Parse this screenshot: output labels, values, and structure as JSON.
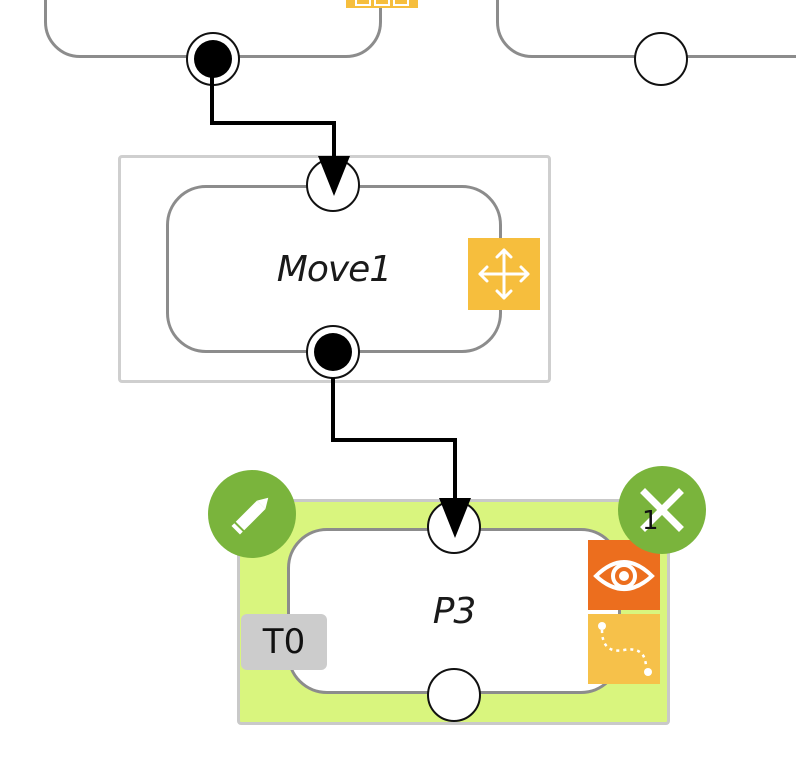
{
  "nodes": {
    "move1": {
      "label": "Move1"
    },
    "p3": {
      "label": "P3",
      "tag": "T0",
      "badge_count": "1"
    }
  },
  "colors": {
    "node_border": "#8c8c8c",
    "selected_fill": "#d9f57e",
    "selected_border": "#c9c9c9",
    "action_green": "#7ab43c",
    "move_badge": "#f6be3d",
    "view_badge": "#ec6e1e",
    "path_badge": "#f6c14a",
    "connector": "#000000"
  },
  "icons": {
    "move": "move-arrows-icon",
    "edit": "pencil-icon",
    "delete": "close-icon",
    "view": "eye-icon",
    "path": "path-icon"
  }
}
